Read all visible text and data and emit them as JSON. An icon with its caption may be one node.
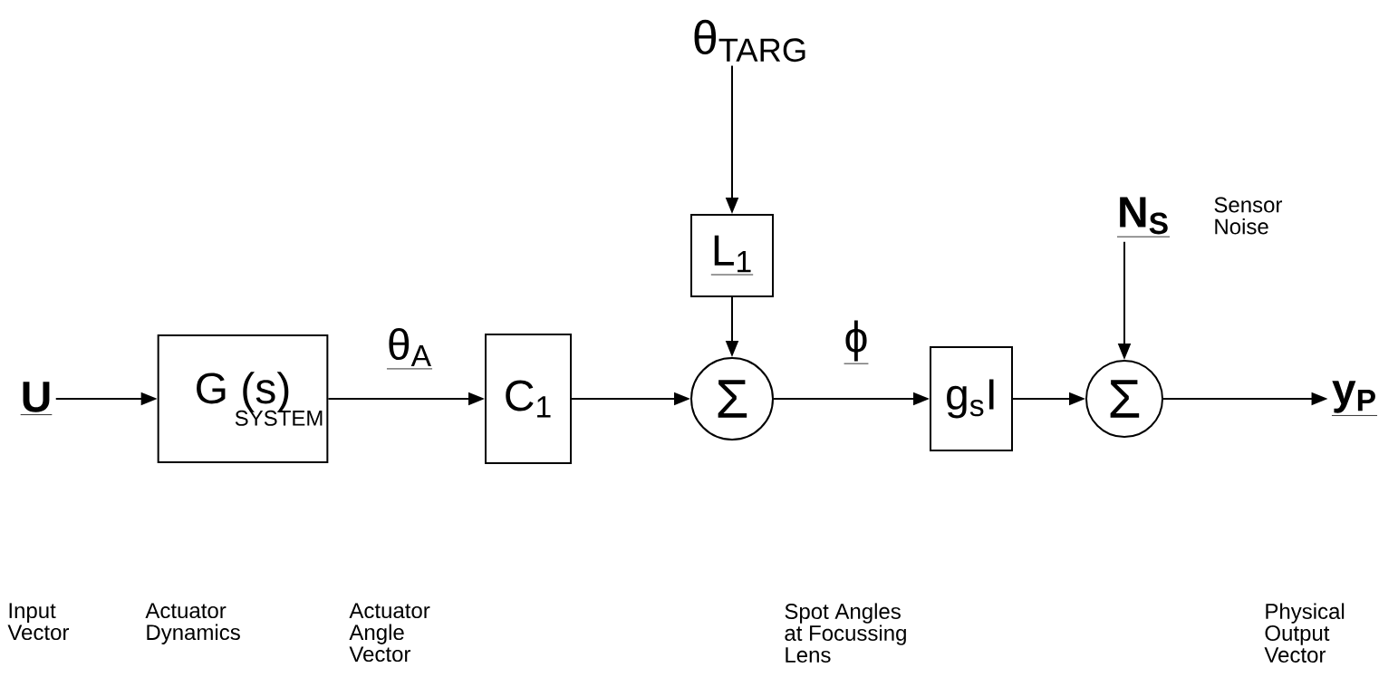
{
  "diagram": {
    "nodes": [
      {
        "text": [
          "U"
        ]
      },
      {
        "text": [
          "G (s)",
          "SYSTEM"
        ]
      },
      {
        "text": [
          "C$_{1}$"
        ]
      },
      {
        "text": [
          "L$_{1}$"
        ]
      },
      {
        "text": [
          "θ$_{TARG}$"
        ]
      },
      {
        "text": [
          "Σ"
        ]
      },
      {
        "text": [
          "g$_{s}$I"
        ]
      },
      {
        "text": [
          "N$_{S}$"
        ],
        "beside": [
          "Sensor Noise"
        ]
      },
      {
        "text": [
          "Σ"
        ]
      },
      {
        "text": [
          "y$_{P}$"
        ]
      }
    ],
    "edges": [
      {
        "from": 0,
        "to": 1,
        "arrow": "to"
      },
      {
        "from": 1,
        "to": 2,
        "arrow": "to",
        "label": "θ$_{A}$"
      },
      {
        "from": 2,
        "to": 5,
        "arrow": "to"
      },
      {
        "from": 4,
        "to": 3,
        "arrow": "to"
      },
      {
        "from": 3,
        "to": 5,
        "arrow": "to"
      },
      {
        "from": 5,
        "to": 6,
        "arrow": "to",
        "label": "ϕ"
      },
      {
        "from": 6,
        "to": 8,
        "arrow": "to"
      },
      {
        "from": 7,
        "to": 8,
        "arrow": "to"
      },
      {
        "from": 8,
        "to": 9,
        "arrow": "to"
      }
    ],
    "labels": [
      "Input Vector",
      "Actuator Dynamics",
      "Actuator Angle Vector",
      "Spot Angles at Focussing Lens",
      "Physical Output Vector"
    ]
  }
}
